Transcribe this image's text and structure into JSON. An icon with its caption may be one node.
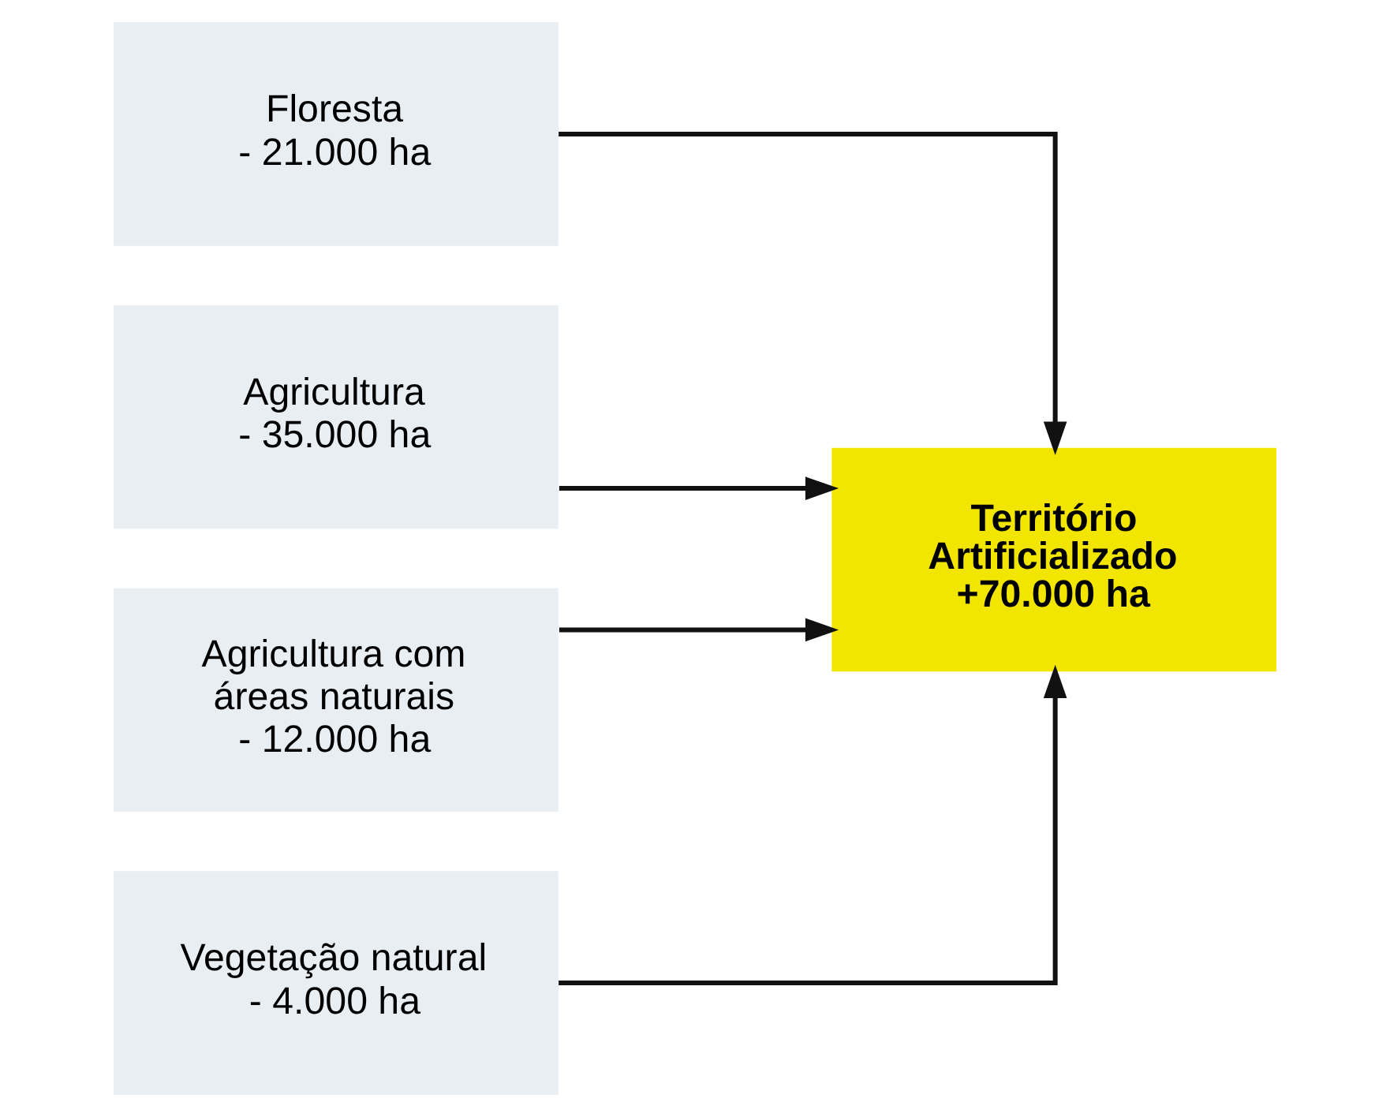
{
  "diagram": {
    "nodes": [
      {
        "text": [
          "Floresta",
          "- 21.000 ha"
        ]
      },
      {
        "text": [
          "Agricultura",
          "- 35.000 ha"
        ]
      },
      {
        "text": [
          "Agricultura com áreas naturais",
          "- 12.000 ha"
        ]
      },
      {
        "text": [
          "Vegetação natural",
          "- 4.000 ha"
        ]
      },
      {
        "text": [
          "Território Artificializado",
          "+70.000 ha"
        ]
      }
    ],
    "edges": [
      {
        "from": 0,
        "to": 4,
        "arrow": "to"
      },
      {
        "from": 1,
        "to": 4,
        "arrow": "to"
      },
      {
        "from": 2,
        "to": 4,
        "arrow": "to"
      },
      {
        "from": 3,
        "to": 4,
        "arrow": "to"
      }
    ]
  }
}
